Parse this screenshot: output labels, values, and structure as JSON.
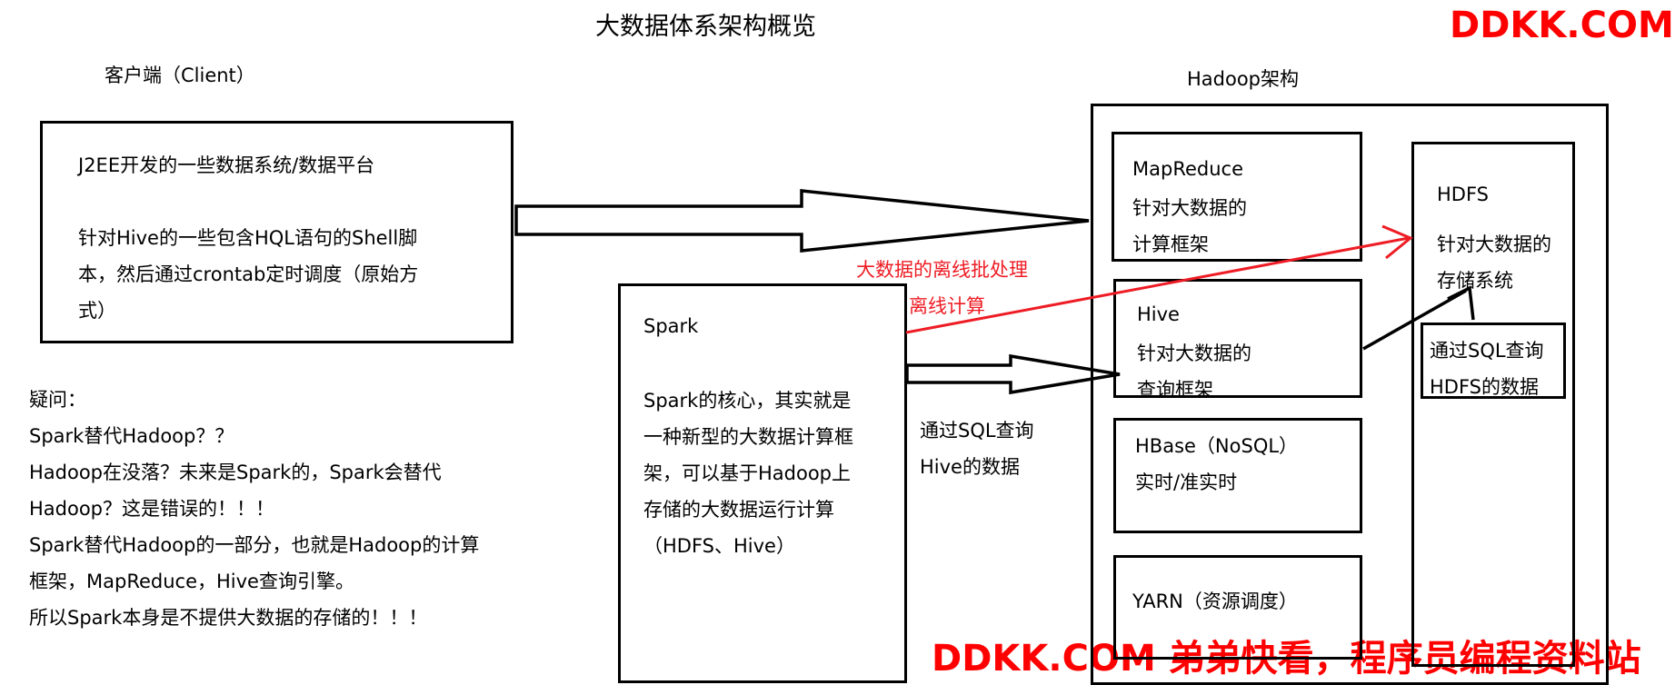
{
  "title": "大数据体系架构概览",
  "watermark_top": "DDKK.COM",
  "watermark_bottom": "DDKK.COM 弟弟快看，程序员编程资料站",
  "client": {
    "label": "客户端（Client）",
    "lines": [
      "J2EE开发的一些数据系统/数据平台",
      "",
      "针对Hive的一些包含HQL语句的Shell脚",
      "本，然后通过crontab定时调度（原始方",
      "式）"
    ]
  },
  "question": {
    "lines": [
      "疑问：",
      "Spark替代Hadoop？？",
      "Hadoop在没落？未来是Spark的，Spark会替代",
      "Hadoop？这是错误的！！！",
      "Spark替代Hadoop的一部分，也就是Hadoop的计算",
      "框架，MapReduce，Hive查询引擎。",
      "所以Spark本身是不提供大数据的存储的！！！"
    ]
  },
  "spark": {
    "title": "Spark",
    "lines": [
      "Spark的核心，其实就是",
      "一种新型的大数据计算框",
      "架，可以基于Hadoop上",
      "存储的大数据运行计算",
      "（HDFS、Hive）"
    ]
  },
  "annotations": {
    "offline_batch": "大数据的离线批处理",
    "offline_compute": "离线计算",
    "sql_hive": [
      "通过SQL查询",
      "Hive的数据"
    ]
  },
  "hadoop": {
    "label": "Hadoop架构",
    "mapreduce": [
      "MapReduce",
      "针对大数据的",
      "计算框架"
    ],
    "hive": [
      "Hive",
      "针对大数据的",
      "查询框架"
    ],
    "hbase": [
      "HBase（NoSQL）",
      "实时/准实时"
    ],
    "yarn": "YARN（资源调度）",
    "hdfs": [
      "HDFS",
      "针对大数据的",
      "存储系统"
    ],
    "hdfs_sql": [
      "通过SQL查询",
      "HDFS的数据"
    ]
  },
  "colors": {
    "annotation_red": "#ee1c24",
    "watermark_red": "#ff0000",
    "line": "#000000"
  }
}
